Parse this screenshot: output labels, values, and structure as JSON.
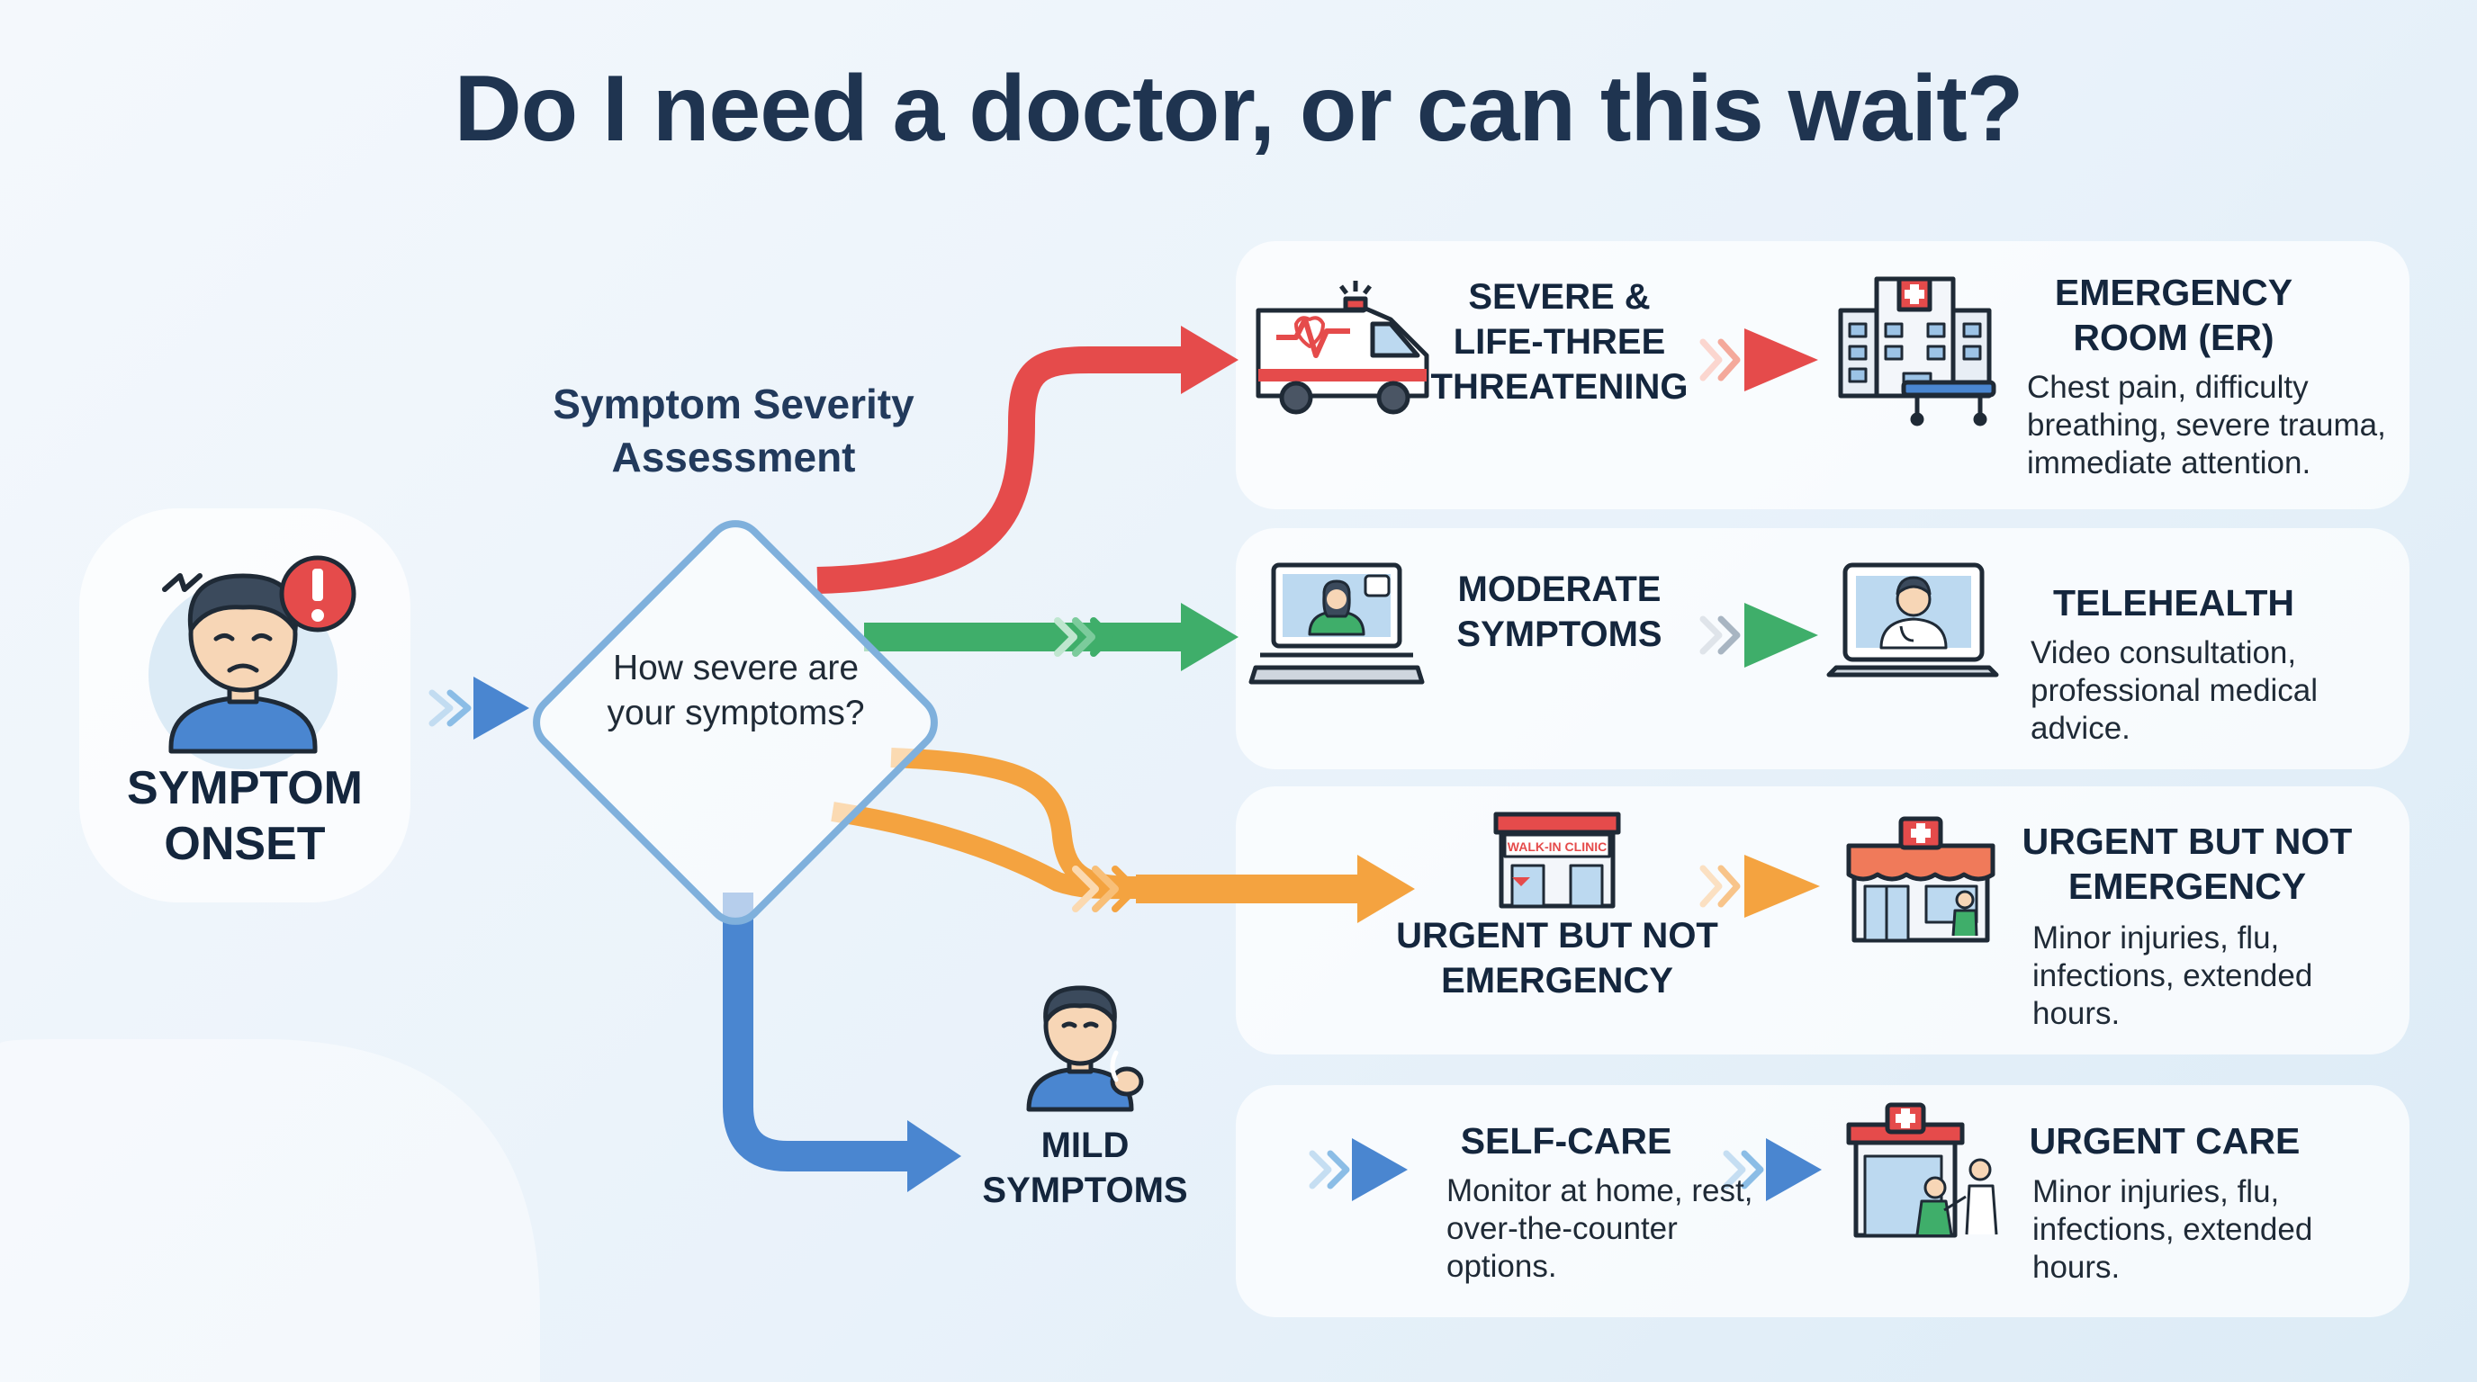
{
  "title": "Do I need a doctor, or can this wait?",
  "colors": {
    "severe": "#e54b4b",
    "moderate": "#3fae6a",
    "urgent": "#f4a340",
    "mild": "#4a86d0",
    "title": "#1f3450",
    "card": "#ffffff"
  },
  "start": {
    "label": "SYMPTOM ONSET",
    "icon": "distressed-person-icon"
  },
  "decision": {
    "heading": "Symptom Severity Assessment",
    "question": "How severe are your symptoms?"
  },
  "paths": [
    {
      "id": "severe",
      "level": "SEVERE & LIFE-THREE THREATENING",
      "level_icon": "ambulance-icon",
      "destination": "EMERGENCY ROOM (ER)",
      "destination_icon": "hospital-icon",
      "description": "Chest pain, difficulty breathing, severe trauma, immediate attention."
    },
    {
      "id": "moderate",
      "level": "MODERATE SYMPTOMS",
      "level_icon": "laptop-video-call-icon",
      "destination": "TELEHEALTH",
      "destination_icon": "doctor-laptop-icon",
      "description": "Video consultation, professional medical advice."
    },
    {
      "id": "urgent",
      "level": "URGENT BUT NOT EMERGENCY",
      "level_icon": "walk-in-clinic-icon",
      "level_icon_text": "WALK-IN CLINIC",
      "destination": "URGENT BUT NOT EMERGENCY",
      "destination_icon": "clinic-storefront-icon",
      "description": "Minor injuries, flu, infections, extended hours."
    },
    {
      "id": "mild",
      "level": "MILD SYMPTOMS",
      "level_icon": "coughing-person-icon",
      "action": "SELF-CARE",
      "action_description": "Monitor at home, rest, over-the-counter options.",
      "destination": "URGENT CARE",
      "destination_icon": "urgent-care-clinic-icon",
      "description": "Minor injuries, flu, infections, extended hours."
    }
  ]
}
